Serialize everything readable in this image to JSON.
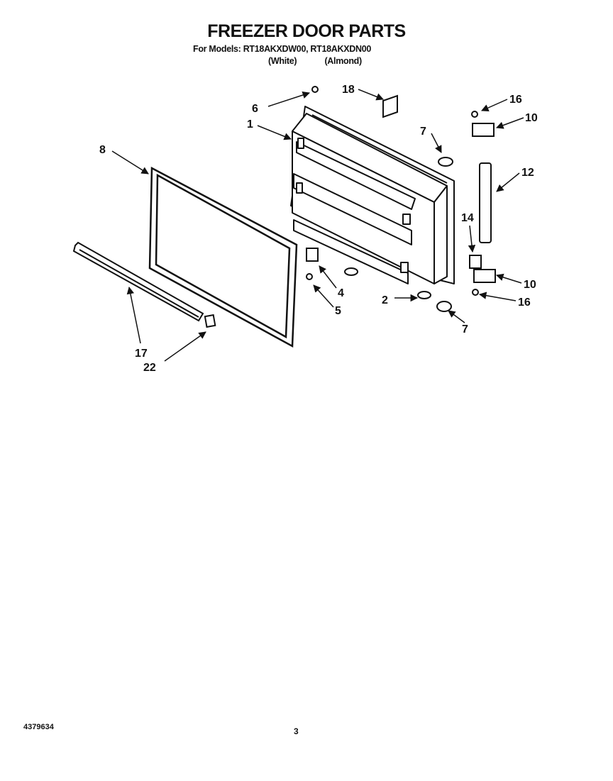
{
  "header": {
    "title": "FREEZER DOOR PARTS",
    "models_line": "For Models: RT18AKXDW00, RT18AKXDN00",
    "color_white": "(White)",
    "color_almond": "(Almond)"
  },
  "callouts": {
    "c6": "6",
    "c18": "18",
    "c16_top": "16",
    "c10_top": "10",
    "c1": "1",
    "c7_top": "7",
    "c8": "8",
    "c12": "12",
    "c14": "14",
    "c4": "4",
    "c5": "5",
    "c2": "2",
    "c10_bottom": "10",
    "c16_bottom": "16",
    "c7_bottom": "7",
    "c17": "17",
    "c22": "22"
  },
  "footer": {
    "doc_number": "4379634",
    "page_number": "3"
  }
}
